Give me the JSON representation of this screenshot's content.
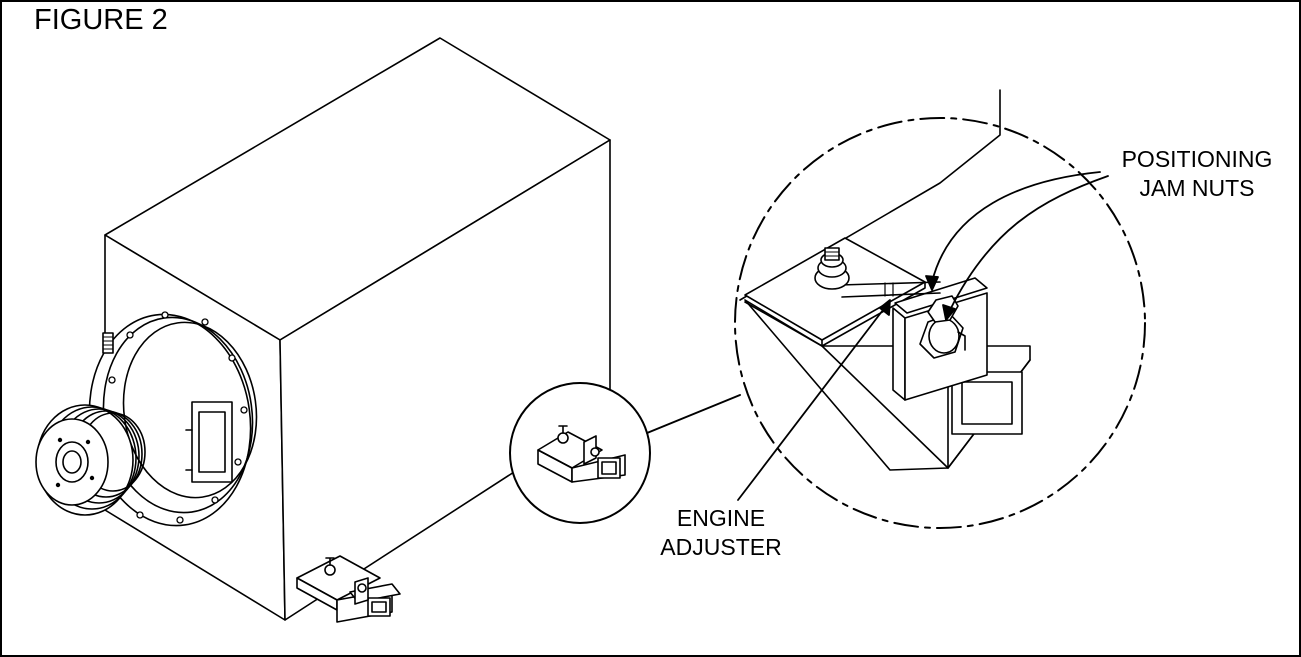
{
  "figure": {
    "title": "FIGURE 2"
  },
  "callouts": {
    "positioning_jam_nuts": {
      "line1": "POSITIONING",
      "line2": "JAM NUTS"
    },
    "engine_adjuster": {
      "line1": "ENGINE",
      "line2": "ADJUSTER"
    }
  },
  "colors": {
    "ink": "#000000",
    "paper": "#ffffff"
  }
}
